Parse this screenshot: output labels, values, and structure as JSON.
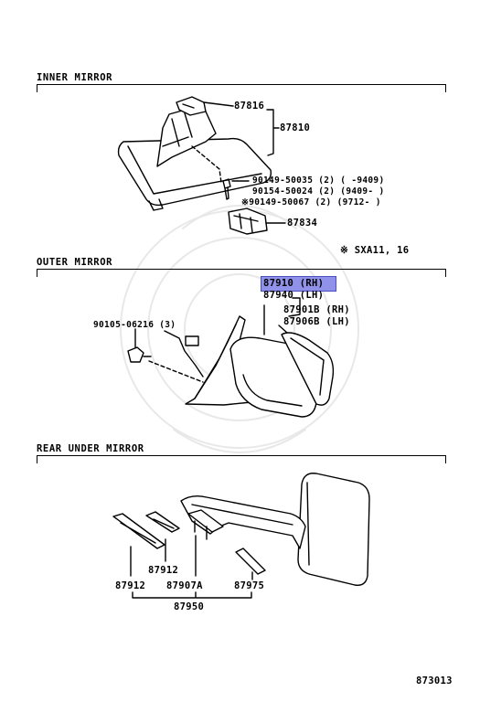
{
  "sections": {
    "inner": "INNER MIRROR",
    "outer": "OUTER MIRROR",
    "rear": "REAR UNDER MIRROR"
  },
  "inner_parts": {
    "p87816": "87816",
    "p87810": "87810",
    "bolt1": "90149-50035 (2) (     -9409)",
    "bolt2": "90154-50024 (2) (9409-      )",
    "bolt3": "※90149-50067 (2) (9712-      )",
    "p87834": "87834",
    "note": "※ SXA11, 16"
  },
  "outer_parts": {
    "p87910": "87910 (RH)",
    "p87940": "87940 (LH)",
    "p87901b": "87901B (RH)",
    "p87906b": "87906B (LH)",
    "screw": "90105-06216 (3)"
  },
  "rear_parts": {
    "p87912a": "87912",
    "p87912b": "87912",
    "p87907a": "87907A",
    "p87975": "87975",
    "p87950": "87950"
  },
  "footer": {
    "code": "873013"
  },
  "colors": {
    "highlight": "#8f92e8",
    "ink": "#000000"
  }
}
